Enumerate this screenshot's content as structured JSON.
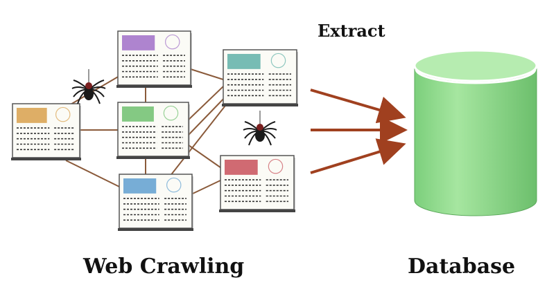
{
  "labels": {
    "extract": "Extract",
    "web_crawling": "Web Crawling",
    "database": "Database"
  },
  "colors": {
    "edge": "#8a5a3a",
    "arrow": "#a0401f",
    "database_body": "#8fdc8f",
    "database_top": "#b6ecb0",
    "spider": "#1a1a1a",
    "page_accents": [
      "#d8a04c",
      "#a06fc8",
      "#6fc06f",
      "#5f9fd0",
      "#5fb0a8",
      "#c8505a"
    ]
  },
  "icons": {
    "page": "web-page-icon",
    "spider": "spider-icon",
    "database": "database-cylinder-icon",
    "arrow": "arrow-right-icon"
  }
}
